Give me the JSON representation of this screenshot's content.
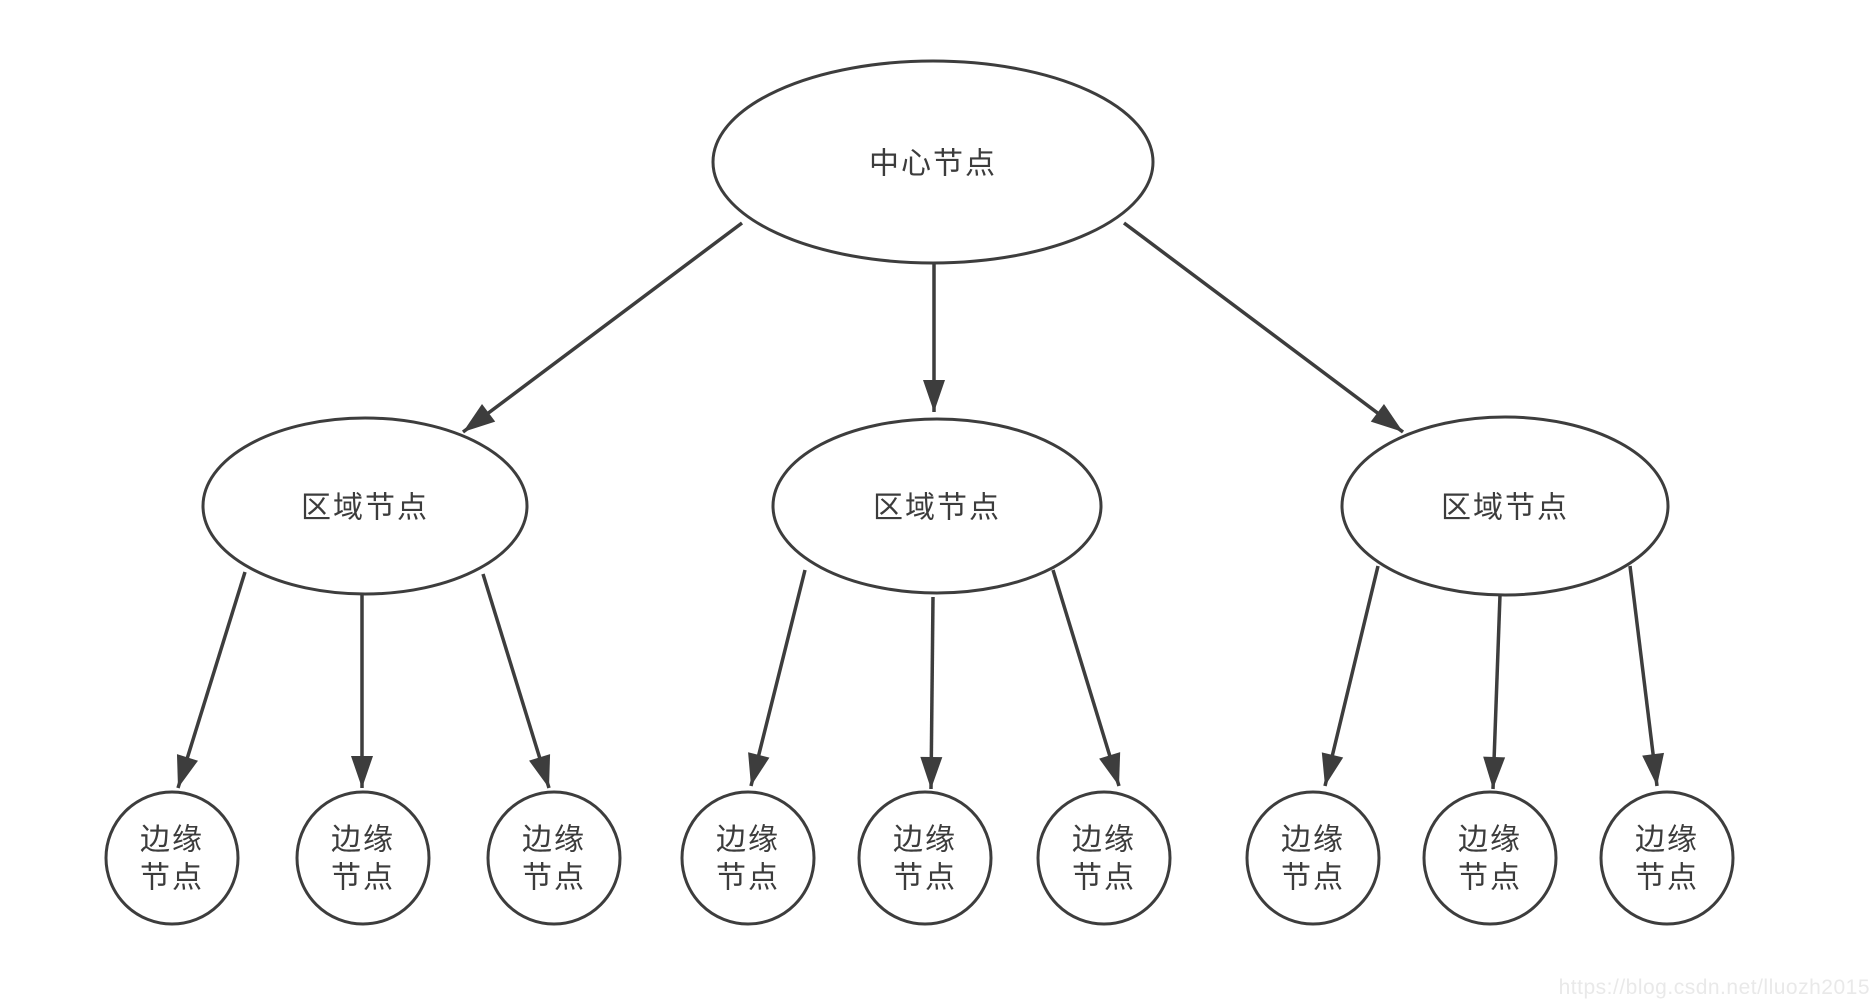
{
  "diagram": {
    "type": "tree-topology",
    "root": {
      "label": "中心节点"
    },
    "regions": [
      {
        "label": "区域节点"
      },
      {
        "label": "区域节点"
      },
      {
        "label": "区域节点"
      }
    ],
    "leaves": [
      {
        "line1": "边缘",
        "line2": "节点"
      },
      {
        "line1": "边缘",
        "line2": "节点"
      },
      {
        "line1": "边缘",
        "line2": "节点"
      },
      {
        "line1": "边缘",
        "line2": "节点"
      },
      {
        "line1": "边缘",
        "line2": "节点"
      },
      {
        "line1": "边缘",
        "line2": "节点"
      },
      {
        "line1": "边缘",
        "line2": "节点"
      },
      {
        "line1": "边缘",
        "line2": "节点"
      },
      {
        "line1": "边缘",
        "line2": "节点"
      }
    ]
  },
  "watermark": {
    "text": "https://blog.csdn.net/lluozh2015"
  },
  "colors": {
    "background": "#ffffff",
    "stroke": "#3d3d3d",
    "text": "#3c3c3c",
    "watermark": "#e9e9e9"
  }
}
